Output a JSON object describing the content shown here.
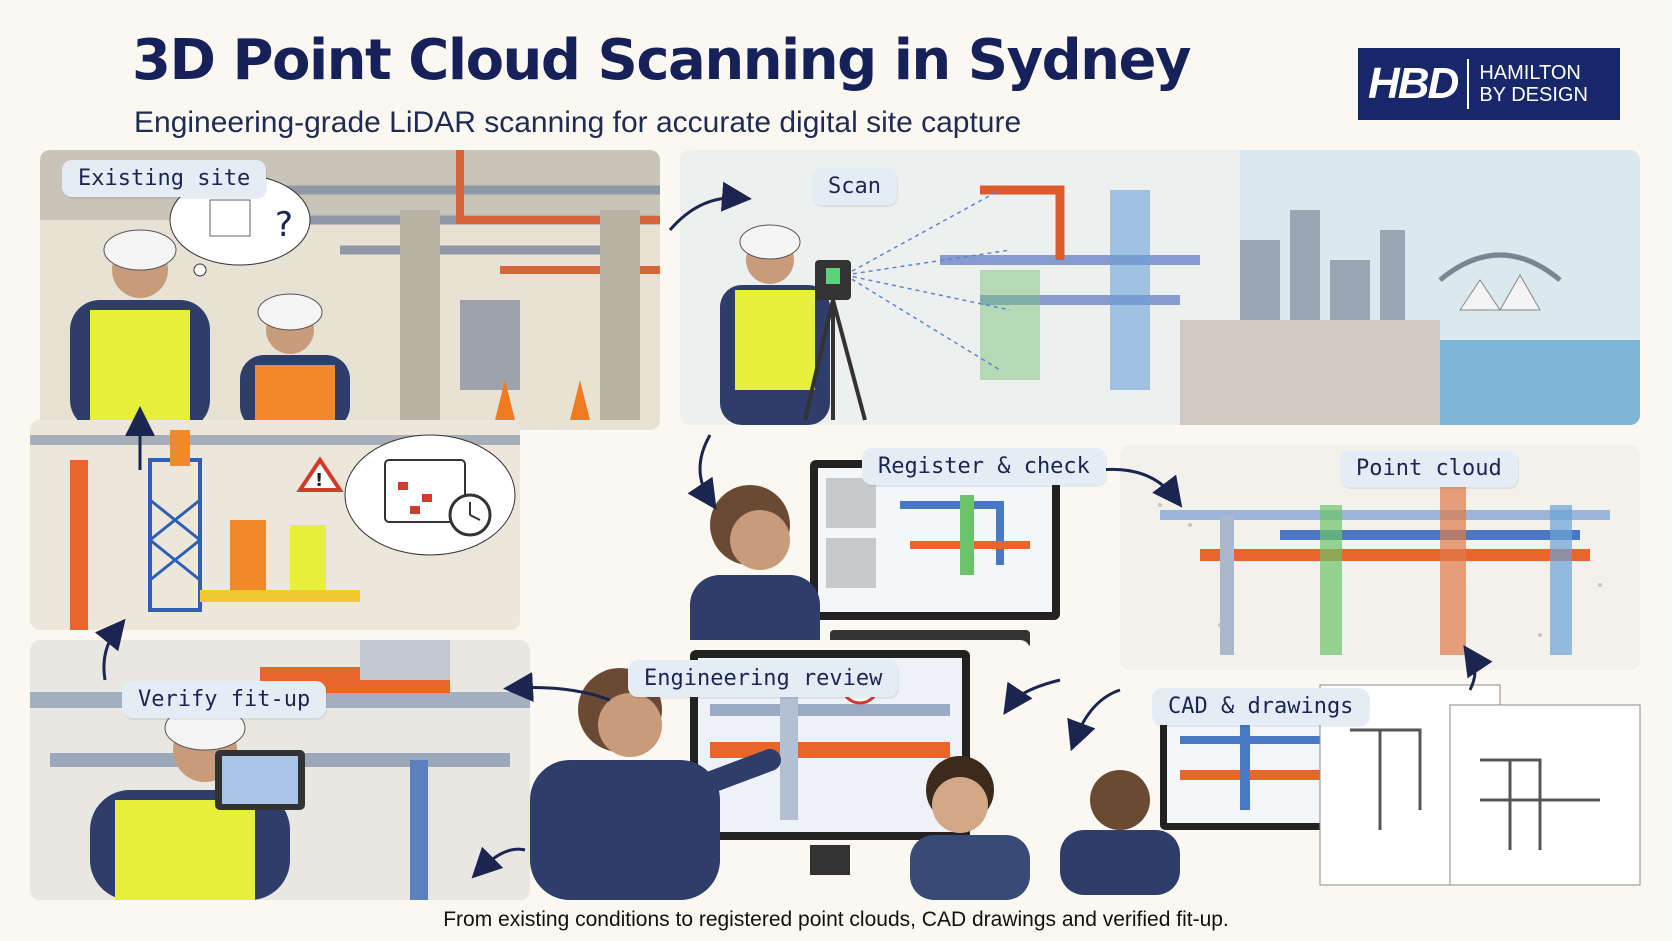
{
  "header": {
    "title": "3D Point Cloud Scanning in Sydney",
    "subtitle": "Engineering-grade LiDAR scanning for accurate digital site capture"
  },
  "logo": {
    "mark": "HBD",
    "line1": "HAMILTON",
    "line2": "BY DESIGN"
  },
  "steps": [
    {
      "label": "Existing site"
    },
    {
      "label": "Scan"
    },
    {
      "label": "Register & check"
    },
    {
      "label": "Point cloud"
    },
    {
      "label": "CAD & drawings"
    },
    {
      "label": "Engineering review"
    },
    {
      "label": "Verify fit-up"
    }
  ],
  "footer": {
    "caption": "From existing conditions to registered point clouds, CAD drawings and verified fit-up."
  },
  "colors": {
    "navy": "#16215a",
    "label_bg": "#e4ecf6",
    "hivis_yellow": "#e6f03a",
    "hivis_orange": "#f08a2a",
    "pipe_orange": "#e8662c",
    "pipe_blue": "#4a78c2",
    "pipe_green": "#6cc36a"
  },
  "icons": [
    "question-icon",
    "warning-icon",
    "calendar-icon",
    "clock-icon",
    "alert-icon",
    "laser-scanner-icon",
    "tablet-icon",
    "monitor-icon",
    "sydney-skyline-icon"
  ]
}
